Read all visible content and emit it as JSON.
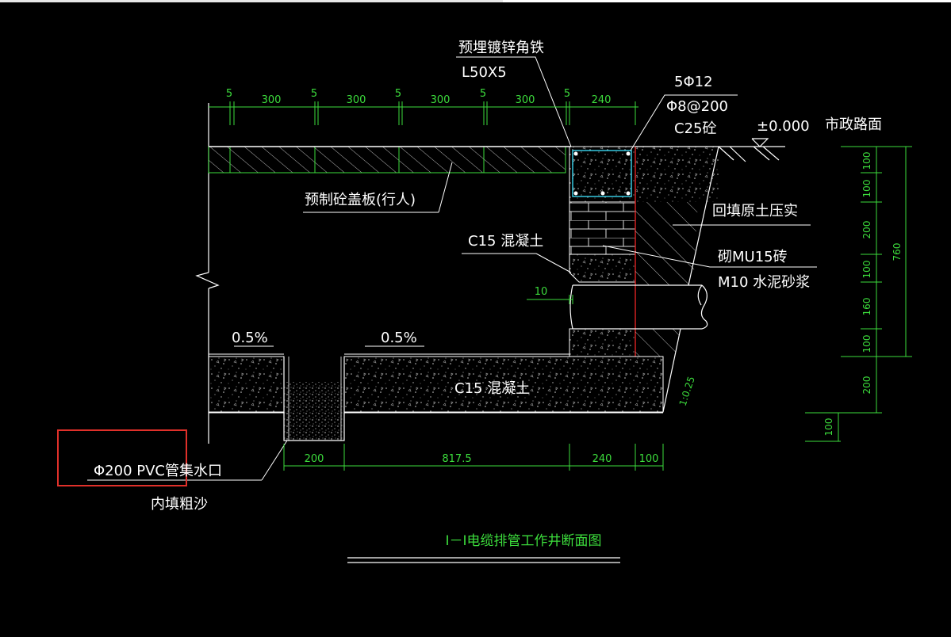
{
  "title": "I－I电缆排管工作井断面图",
  "labels": {
    "angle_iron": "预埋镀锌角铁",
    "angle_iron_spec": "L50X5",
    "rebar_main": "5Φ12",
    "rebar_stirrup": "Φ8@200",
    "beam_concrete": "C25砼",
    "elevation": "±0.000",
    "road": "市政路面",
    "cover_plate": "预制砼盖板(行人)",
    "backfill": "回填原土压实",
    "c15_upper": "C15 混凝土",
    "brick": "砌MU15砖",
    "mortar": "M10 水泥砂浆",
    "slope_left": "0.5%",
    "slope_right": "0.5%",
    "c15_base": "C15 混凝土",
    "pvc_inlet": "Φ200 PVC管集水口",
    "coarse_sand": "内填粗沙",
    "batter": "1:0.25"
  },
  "dims": {
    "top": [
      "5",
      "300",
      "5",
      "300",
      "5",
      "300",
      "5",
      "300",
      "5",
      "240"
    ],
    "bottom": [
      "200",
      "817.5",
      "240",
      "100"
    ],
    "gap": "10",
    "right": [
      "100",
      "100",
      "200",
      "100",
      "160",
      "100",
      "200"
    ],
    "right_total": "760",
    "right_extra": "100"
  },
  "colors": {
    "lines": "#ffffff",
    "dims": "#3cdc3c",
    "highlight": "#e0302a",
    "rebar": "#36c8e0",
    "centerline": "#d02020"
  }
}
